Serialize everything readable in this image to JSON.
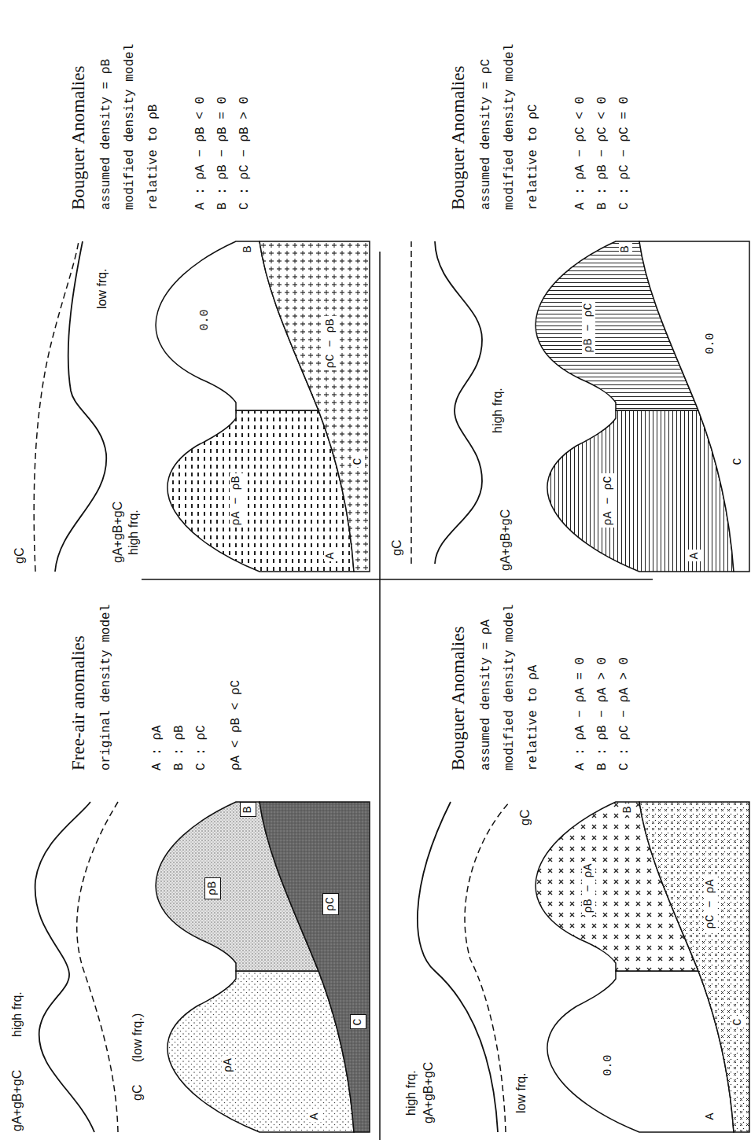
{
  "diagram": {
    "nodes": [
      {
        "text": [
          "ρB"
        ]
      },
      {
        "text": [
          "ρC"
        ]
      },
      {
        "text": [
          "C"
        ]
      },
      {
        "text": [
          "B"
        ]
      }
    ],
    "labels": [
      "gA+gB+gC",
      "high frq.",
      "gC",
      "(low frq.)",
      "ρA",
      "A",
      "Free-air anomalies",
      "original density model",
      "A : ρA",
      "B : ρB",
      "C : ρC",
      "ρA < ρB < ρC",
      "gC",
      "gA+gB+gC",
      "high frq.",
      "low frq.",
      "ρA − ρB",
      "A",
      "0.0",
      "B",
      "ρC − ρB",
      "C",
      "Bouguer Anomalies",
      "assumed density = ρB",
      "modified density model",
      "relative to ρB",
      "A : ρA − ρB < 0",
      "B : ρB − ρB = 0",
      "C : ρC − ρB > 0",
      "high frq.",
      "gA+gB+gC",
      "low frq.",
      "gC",
      "0.0",
      "A",
      "ρB − ρA",
      "B",
      "ρC − ρA",
      "C",
      "Bouguer Anomalies",
      "assumed density = ρA",
      "modified density model",
      "relative to ρA",
      "A : ρA − ρA = 0",
      "B : ρB − ρA > 0",
      "C : ρC − ρA > 0",
      "gC",
      "gA+gB+gC",
      "high frq.",
      "ρA − ρC",
      "A",
      "ρB − ρC",
      "B",
      "0.0",
      "C",
      "Bouguer Anomalies",
      "assumed density = ρC",
      "modified density model",
      "relative to ρC",
      "A : ρA − ρC < 0",
      "B : ρB − ρC < 0",
      "C : ρC − ρC = 0"
    ]
  }
}
